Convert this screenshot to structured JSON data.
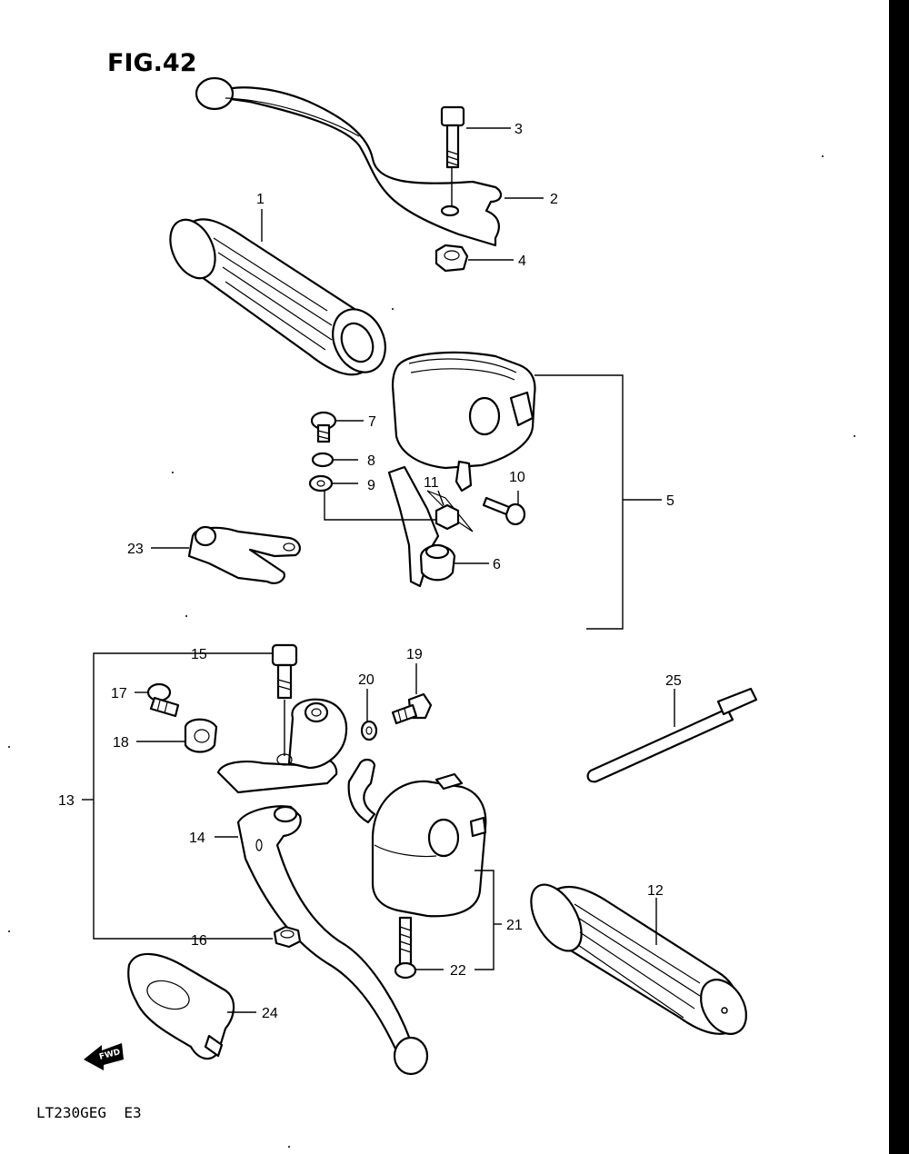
{
  "figure": {
    "title": "FIG.42",
    "model_code": "LT230GEG  E3",
    "fwd_label": "FWD"
  },
  "callouts": {
    "c1": "1",
    "c2": "2",
    "c3": "3",
    "c4": "4",
    "c5": "5",
    "c6": "6",
    "c7": "7",
    "c8": "8",
    "c9": "9",
    "c10": "10",
    "c11": "11",
    "c12": "12",
    "c13": "13",
    "c14": "14",
    "c15": "15",
    "c16": "16",
    "c17": "17",
    "c18": "18",
    "c19": "19",
    "c20": "20",
    "c21": "21",
    "c22": "22",
    "c23": "23",
    "c24": "24",
    "c25": "25"
  }
}
